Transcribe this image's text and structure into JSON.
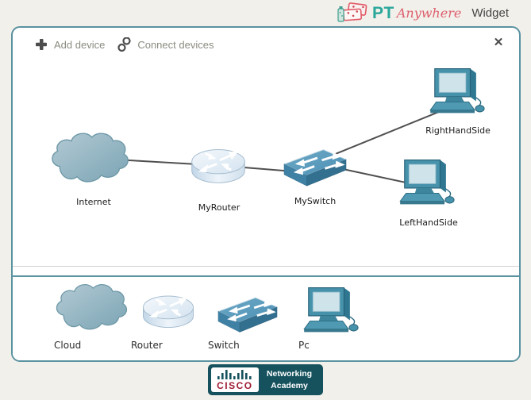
{
  "header": {
    "logo_pt": "PT",
    "logo_anywhere": "Anywhere",
    "logo_widget": "Widget"
  },
  "toolbar": {
    "add_device_label": "Add device",
    "connect_devices_label": "Connect devices",
    "close_label": "✕"
  },
  "canvas": {
    "devices": [
      {
        "id": "internet",
        "type": "cloud",
        "label": "Internet"
      },
      {
        "id": "myrouter",
        "type": "router",
        "label": "MyRouter"
      },
      {
        "id": "myswitch",
        "type": "switch",
        "label": "MySwitch"
      },
      {
        "id": "righthandside",
        "type": "pc",
        "label": "RightHandSide"
      },
      {
        "id": "lefthandside",
        "type": "pc",
        "label": "LeftHandSide"
      }
    ],
    "connections": [
      [
        "Internet",
        "MyRouter"
      ],
      [
        "MyRouter",
        "MySwitch"
      ],
      [
        "MySwitch",
        "RightHandSide"
      ],
      [
        "MySwitch",
        "LeftHandSide"
      ]
    ]
  },
  "palette": {
    "items": [
      {
        "type": "cloud",
        "label": "Cloud"
      },
      {
        "type": "router",
        "label": "Router"
      },
      {
        "type": "switch",
        "label": "Switch"
      },
      {
        "type": "pc",
        "label": "Pc"
      }
    ]
  },
  "footer": {
    "cisco_wordmark": "CISCO",
    "academy_line1": "Networking",
    "academy_line2": "Academy"
  },
  "colors": {
    "panel_border": "#5a93a1",
    "accent_teal": "#2aa79b",
    "accent_pink": "#dd5f6e",
    "cisco_red": "#9e1b33",
    "badge_teal": "#15525e",
    "link_line": "#4f4f4f"
  }
}
